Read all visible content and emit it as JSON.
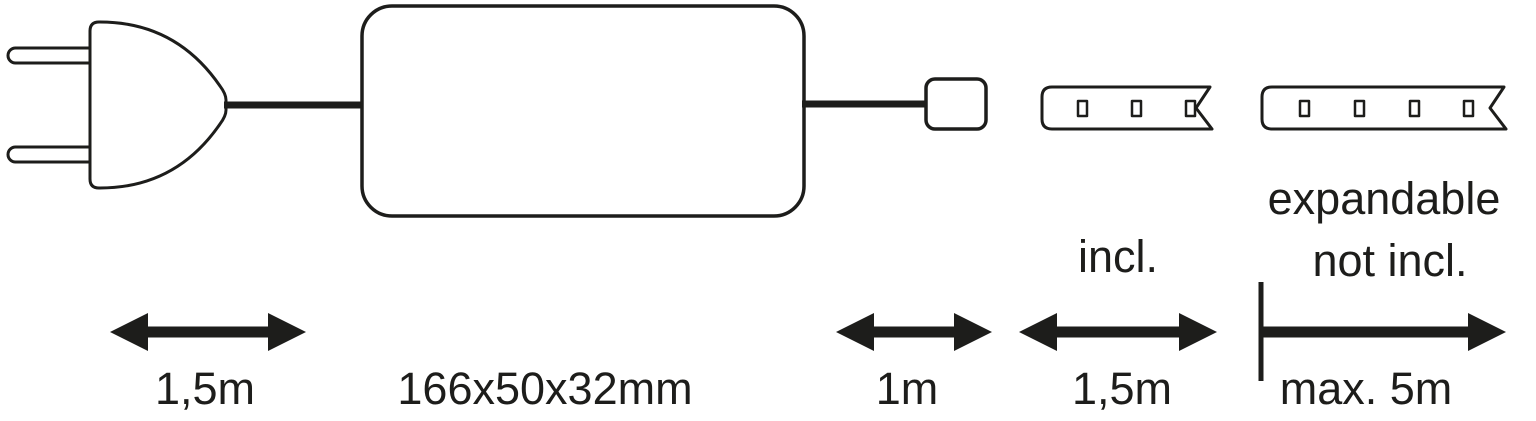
{
  "diagram": {
    "plug_cable": {
      "length_label": "1,5m"
    },
    "power_supply": {
      "size_label": "166x50x32mm"
    },
    "connector_cable": {
      "length_label": "1m"
    },
    "strip_included": {
      "status_label": "incl.",
      "length_label": "1,5m"
    },
    "strip_expandable": {
      "status_line1": "expandable",
      "status_line2": "not incl.",
      "length_label": "max. 5m"
    }
  },
  "colors": {
    "ink": "#1d1d1b",
    "background": "#ffffff"
  }
}
